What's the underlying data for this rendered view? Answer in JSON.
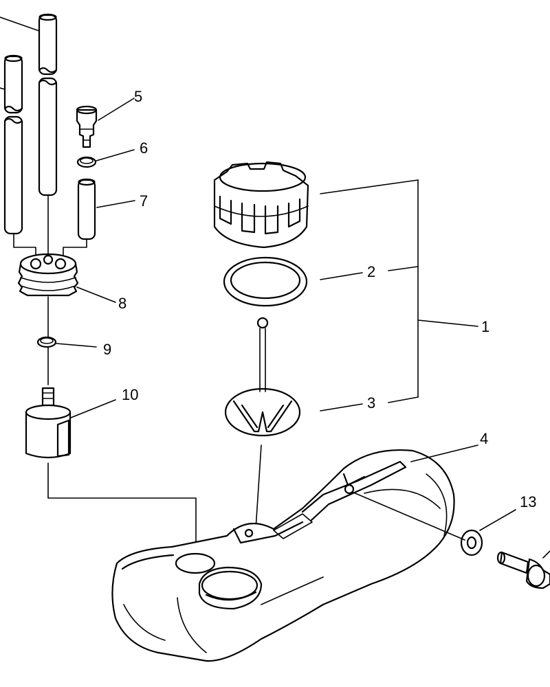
{
  "callouts": [
    "1",
    "2",
    "3",
    "4",
    "5",
    "6",
    "7",
    "8",
    "9",
    "10",
    "13"
  ]
}
